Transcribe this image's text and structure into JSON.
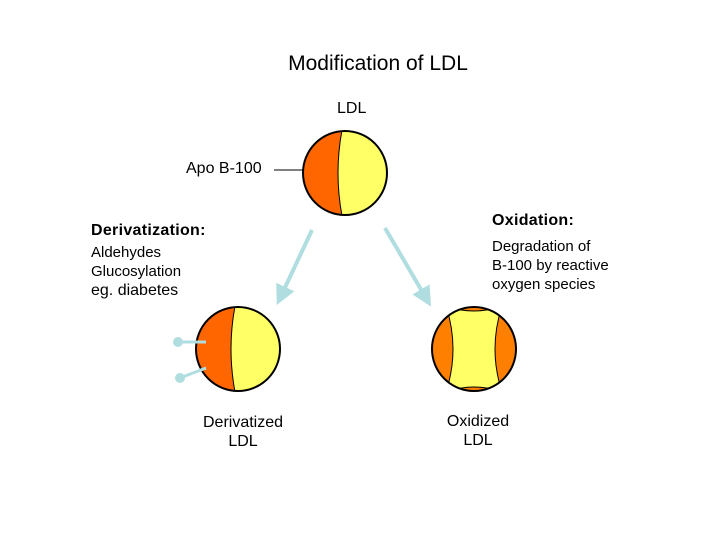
{
  "title": "Modification of LDL",
  "ldl_label": "LDL",
  "apo_label": "Apo B-100",
  "derivatization": {
    "heading": "Derivatization:",
    "lines": [
      "Aldehydes",
      "Glucosylation",
      "eg. diabetes"
    ]
  },
  "oxidation": {
    "heading": "Oxidation:",
    "lines": [
      "Degradation of",
      "B-100 by reactive",
      "oxygen species"
    ]
  },
  "derivatized_ldl": {
    "line1": "Derivatized",
    "line2": "LDL"
  },
  "oxidized_ldl": {
    "line1": "Oxidized",
    "line2": "LDL"
  },
  "colors": {
    "core": "#ffff66",
    "apo_b100": "#ff6600",
    "oxidized_band": "#ff8000",
    "arrow": "#b0dde0",
    "outline": "#000000"
  }
}
